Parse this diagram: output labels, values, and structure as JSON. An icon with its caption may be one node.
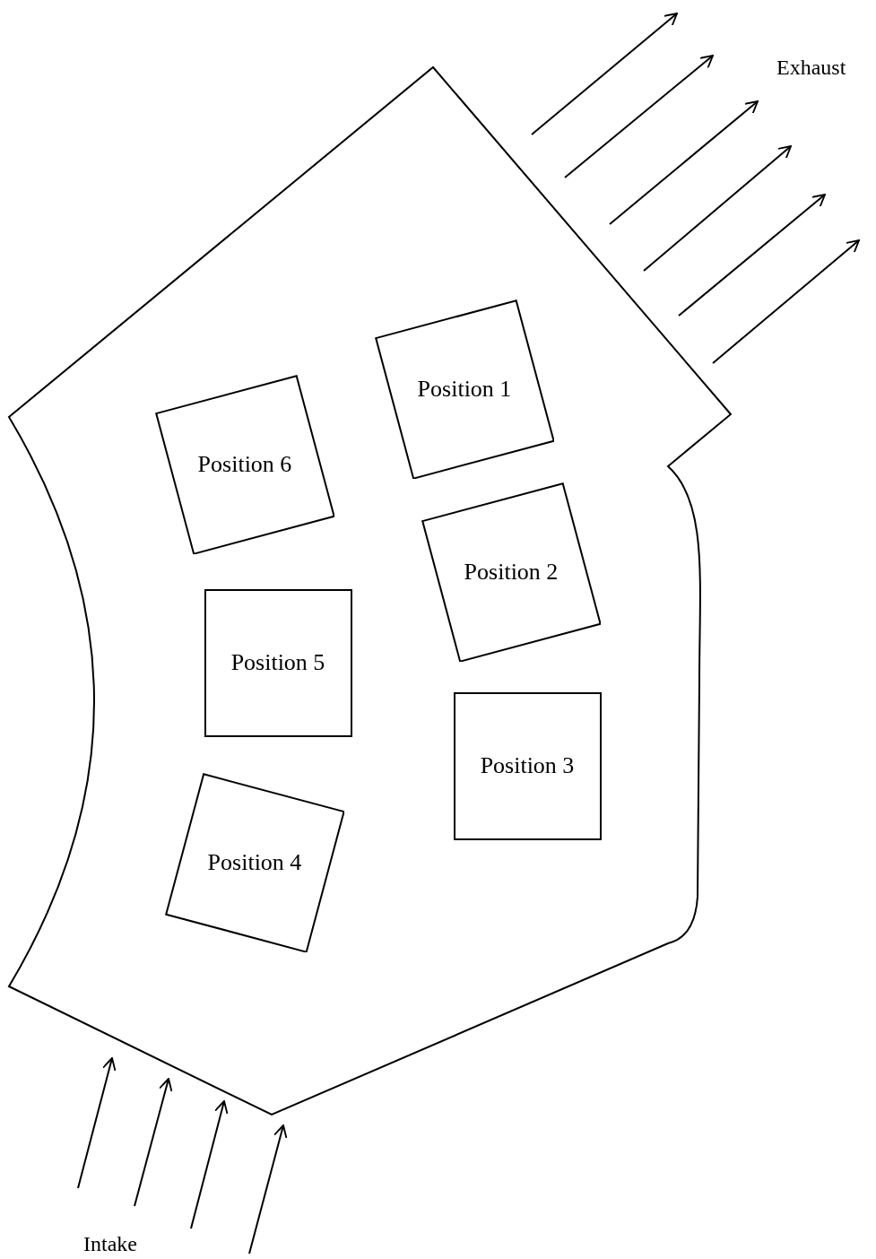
{
  "diagram": {
    "nodes": [
      {
        "text": [],
        "shape": "box"
      },
      {
        "text": [
          "Position 1"
        ],
        "in": 0
      },
      {
        "text": [
          "Position 6"
        ],
        "in": 0
      },
      {
        "text": [
          "Position 2"
        ],
        "in": 0
      },
      {
        "text": [
          "Position 5"
        ],
        "in": 0
      },
      {
        "text": [
          "Position 3"
        ],
        "in": 0
      },
      {
        "text": [
          "Position 4"
        ],
        "in": 0
      }
    ],
    "labels": [
      "Exhaust",
      "Intake"
    ]
  }
}
